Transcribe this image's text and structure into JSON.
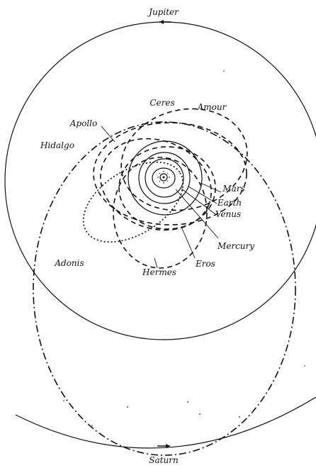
{
  "labels": {
    "jupiter": "Jupiter",
    "saturn": "Saturn",
    "ceres": "Ceres",
    "amour": "Amour",
    "apollo": "Apollo",
    "hidalgo": "Hidalgo",
    "mars": "Mars",
    "earth": "Earth",
    "venus": "Venus",
    "mercury": "Mercury",
    "eros": "Eros",
    "hermes": "Hermes",
    "adonis": "Adonis"
  },
  "icons": {
    "sun": "sun-icon",
    "direction_arrow": "arrow-icon"
  }
}
